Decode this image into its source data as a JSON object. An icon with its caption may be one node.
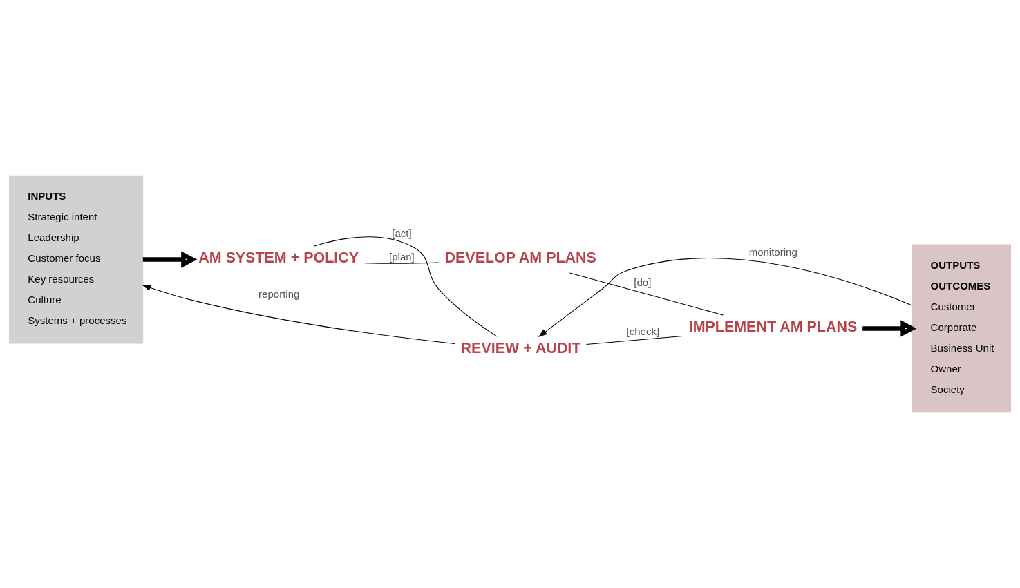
{
  "diagram": {
    "nodes": [
      {
        "text": [
          "INPUTS",
          "Strategic intent",
          "Leadership",
          "Customer focus",
          "Key resources",
          "Culture",
          "Systems + processes"
        ]
      },
      {
        "text": [
          "OUTPUTS",
          "OUTCOMES",
          "Customer",
          "Corporate",
          "Business Unit",
          "Owner",
          "Society"
        ]
      },
      {
        "text": [
          "DEVELOP AM PLANS"
        ]
      },
      {
        "text": [
          "IMPLEMENT AM PLANS"
        ]
      },
      {
        "text": [
          "REVIEW + AUDIT"
        ]
      },
      {
        "text": [
          "AM SYSTEM + POLICY"
        ]
      }
    ],
    "edges": [
      {
        "from": 0,
        "to": 5,
        "arrow": "to",
        "style": "thick"
      },
      {
        "from": 5,
        "to": 2,
        "arrow": "none",
        "label": "[plan]"
      },
      {
        "from": 2,
        "to": 3,
        "arrow": "none",
        "label": "[do]"
      },
      {
        "from": 3,
        "to": 4,
        "arrow": "none",
        "label": "[check]"
      },
      {
        "from": 4,
        "to": 5,
        "arrow": "none",
        "label": "[act]"
      },
      {
        "from": 3,
        "to": 1,
        "arrow": "to",
        "style": "thick"
      },
      {
        "from": 1,
        "to": 4,
        "arrow": "to",
        "label": "monitoring"
      },
      {
        "from": 4,
        "to": 0,
        "arrow": "to",
        "label": "reporting"
      }
    ]
  }
}
